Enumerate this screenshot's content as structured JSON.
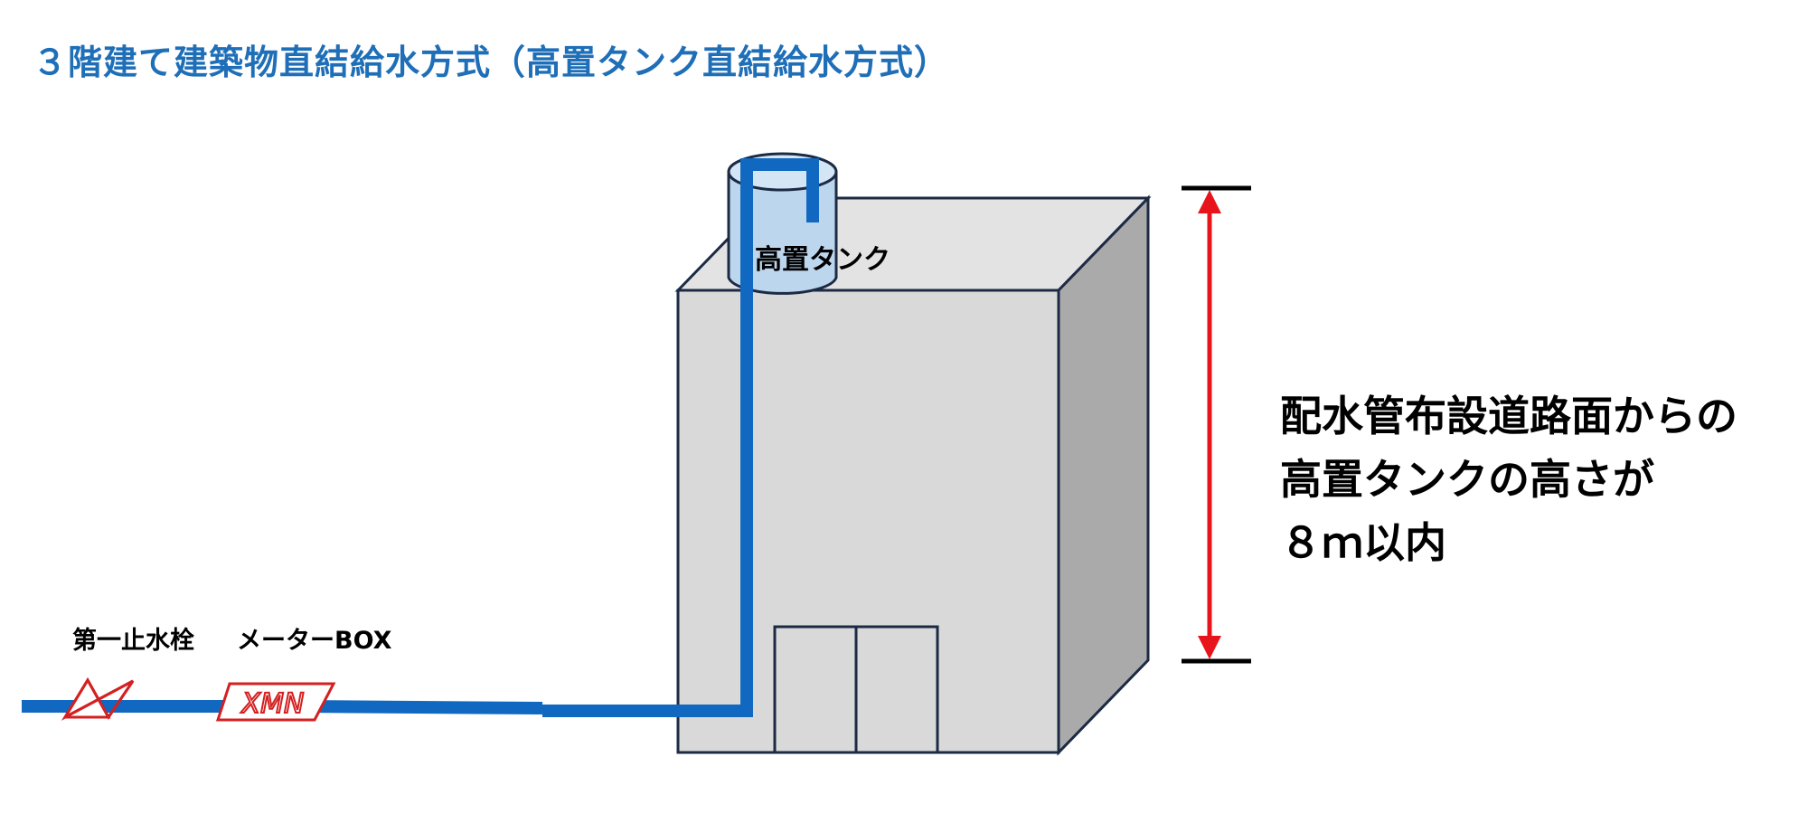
{
  "title": "３階建て建築物直結給水方式（高置タンク直結給水方式）",
  "labels": {
    "tank": "高置タンク",
    "stop_valve": "第一止水栓",
    "meter_box": "メーターBOX"
  },
  "meter_box_marking": "XMN",
  "note": {
    "line1": "配水管布設道路面からの",
    "line2": "高置タンクの高さが",
    "line3": "８ｍ以内"
  },
  "colors": {
    "pipe": "#1068c0",
    "title": "#1f6fb8",
    "arrow": "#e8141c",
    "valve": "#d42020",
    "building_front": "#dcdcdc",
    "building_side": "#aaaaaa",
    "tank": "#bcd6ee"
  }
}
